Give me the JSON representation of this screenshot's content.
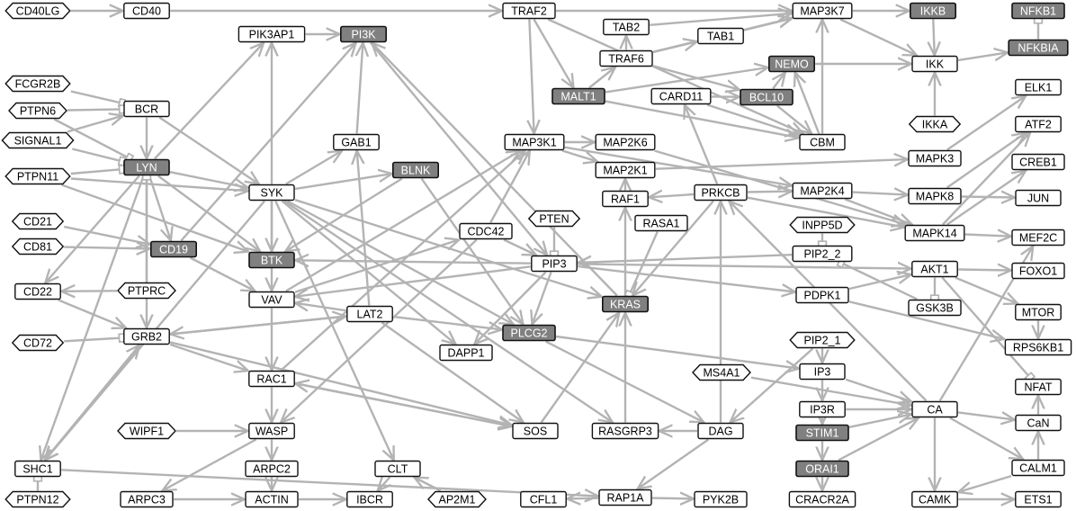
{
  "diagram": {
    "colors": {
      "highlight": "#808080",
      "edge": "#b3b3b3",
      "border": "#111111"
    },
    "nodes": [
      {
        "id": "CD40LG",
        "label": "CD40LG",
        "shape": "hex"
      },
      {
        "id": "CD40",
        "label": "CD40",
        "shape": "rect"
      },
      {
        "id": "TRAF2",
        "label": "TRAF2",
        "shape": "rect"
      },
      {
        "id": "MAP3K7",
        "label": "MAP3K7",
        "shape": "rect"
      },
      {
        "id": "IKKB",
        "label": "IKKB",
        "shape": "rect",
        "hl": true
      },
      {
        "id": "NFKB1",
        "label": "NFKB1",
        "shape": "rect",
        "hl": true
      },
      {
        "id": "TAB2",
        "label": "TAB2",
        "shape": "rect"
      },
      {
        "id": "TAB1",
        "label": "TAB1",
        "shape": "rect"
      },
      {
        "id": "PIK3AP1",
        "label": "PIK3AP1",
        "shape": "rect"
      },
      {
        "id": "PI3K",
        "label": "PI3K",
        "shape": "rect",
        "hl": true
      },
      {
        "id": "NFKBIA",
        "label": "NFKBIA",
        "shape": "rect",
        "hl": true
      },
      {
        "id": "TRAF6",
        "label": "TRAF6",
        "shape": "rect"
      },
      {
        "id": "NEMO",
        "label": "NEMO",
        "shape": "rect",
        "hl": true
      },
      {
        "id": "IKK",
        "label": "IKK",
        "shape": "rect"
      },
      {
        "id": "FCGR2B",
        "label": "FCGR2B",
        "shape": "hex"
      },
      {
        "id": "MALT1",
        "label": "MALT1",
        "shape": "rect",
        "hl": true
      },
      {
        "id": "CARD11",
        "label": "CARD11",
        "shape": "rect"
      },
      {
        "id": "BCL10",
        "label": "BCL10",
        "shape": "rect",
        "hl": true
      },
      {
        "id": "ELK1",
        "label": "ELK1",
        "shape": "rect"
      },
      {
        "id": "PTPN6",
        "label": "PTPN6",
        "shape": "hex"
      },
      {
        "id": "BCR",
        "label": "BCR",
        "shape": "rect"
      },
      {
        "id": "IKKA",
        "label": "IKKA",
        "shape": "hex"
      },
      {
        "id": "ATF2",
        "label": "ATF2",
        "shape": "rect"
      },
      {
        "id": "SIGNAL1",
        "label": "SIGNAL1",
        "shape": "hex"
      },
      {
        "id": "GAB1",
        "label": "GAB1",
        "shape": "rect"
      },
      {
        "id": "MAP3K1",
        "label": "MAP3K1",
        "shape": "rect"
      },
      {
        "id": "MAP2K6",
        "label": "MAP2K6",
        "shape": "rect"
      },
      {
        "id": "CBM",
        "label": "CBM",
        "shape": "rect"
      },
      {
        "id": "MAPK3",
        "label": "MAPK3",
        "shape": "rect"
      },
      {
        "id": "CREB1",
        "label": "CREB1",
        "shape": "rect"
      },
      {
        "id": "LYN",
        "label": "LYN",
        "shape": "rect",
        "hl": true
      },
      {
        "id": "BLNK",
        "label": "BLNK",
        "shape": "rect",
        "hl": true
      },
      {
        "id": "MAP2K1",
        "label": "MAP2K1",
        "shape": "rect"
      },
      {
        "id": "PTPN11",
        "label": "PTPN11",
        "shape": "hex"
      },
      {
        "id": "SYK",
        "label": "SYK",
        "shape": "rect"
      },
      {
        "id": "PRKCB",
        "label": "PRKCB",
        "shape": "rect"
      },
      {
        "id": "MAP2K4",
        "label": "MAP2K4",
        "shape": "rect"
      },
      {
        "id": "MAPK8",
        "label": "MAPK8",
        "shape": "rect"
      },
      {
        "id": "RAF1",
        "label": "RAF1",
        "shape": "rect"
      },
      {
        "id": "JUN",
        "label": "JUN",
        "shape": "rect"
      },
      {
        "id": "CD21",
        "label": "CD21",
        "shape": "hex"
      },
      {
        "id": "PTEN",
        "label": "PTEN",
        "shape": "hex"
      },
      {
        "id": "RASA1",
        "label": "RASA1",
        "shape": "rect"
      },
      {
        "id": "INPP5D",
        "label": "INPP5D",
        "shape": "hex"
      },
      {
        "id": "CDC42",
        "label": "CDC42",
        "shape": "rect"
      },
      {
        "id": "MAPK14",
        "label": "MAPK14",
        "shape": "rect"
      },
      {
        "id": "MEF2C",
        "label": "MEF2C",
        "shape": "rect"
      },
      {
        "id": "CD81",
        "label": "CD81",
        "shape": "hex"
      },
      {
        "id": "CD19",
        "label": "CD19",
        "shape": "rect",
        "hl": true
      },
      {
        "id": "PIP2_2",
        "label": "PIP2_2",
        "shape": "rect"
      },
      {
        "id": "BTK",
        "label": "BTK",
        "shape": "rect",
        "hl": true
      },
      {
        "id": "PIP3",
        "label": "PIP3",
        "shape": "rect"
      },
      {
        "id": "AKT1",
        "label": "AKT1",
        "shape": "rect"
      },
      {
        "id": "FOXO1",
        "label": "FOXO1",
        "shape": "rect"
      },
      {
        "id": "CD22",
        "label": "CD22",
        "shape": "rect"
      },
      {
        "id": "PTPRC",
        "label": "PTPRC",
        "shape": "hex"
      },
      {
        "id": "VAV",
        "label": "VAV",
        "shape": "rect"
      },
      {
        "id": "PDPK1",
        "label": "PDPK1",
        "shape": "rect"
      },
      {
        "id": "KRAS",
        "label": "KRAS",
        "shape": "rect",
        "hl": true
      },
      {
        "id": "GSK3B",
        "label": "GSK3B",
        "shape": "rect"
      },
      {
        "id": "LAT2",
        "label": "LAT2",
        "shape": "rect"
      },
      {
        "id": "MTOR",
        "label": "MTOR",
        "shape": "rect"
      },
      {
        "id": "GRB2",
        "label": "GRB2",
        "shape": "rect"
      },
      {
        "id": "CD72",
        "label": "CD72",
        "shape": "hex"
      },
      {
        "id": "PLCG2",
        "label": "PLCG2",
        "shape": "rect",
        "hl": true
      },
      {
        "id": "PIP2_1",
        "label": "PIP2_1",
        "shape": "hex"
      },
      {
        "id": "DAPP1",
        "label": "DAPP1",
        "shape": "rect"
      },
      {
        "id": "RPS6KB1",
        "label": "RPS6KB1",
        "shape": "rect"
      },
      {
        "id": "RAC1",
        "label": "RAC1",
        "shape": "rect"
      },
      {
        "id": "MS4A1",
        "label": "MS4A1",
        "shape": "hex"
      },
      {
        "id": "IP3",
        "label": "IP3",
        "shape": "rect"
      },
      {
        "id": "NFAT",
        "label": "NFAT",
        "shape": "rect"
      },
      {
        "id": "IP3R",
        "label": "IP3R",
        "shape": "rect"
      },
      {
        "id": "CA",
        "label": "CA",
        "shape": "rect"
      },
      {
        "id": "CaN",
        "label": "CaN",
        "shape": "rect"
      },
      {
        "id": "WIPF1",
        "label": "WIPF1",
        "shape": "hex"
      },
      {
        "id": "WASP",
        "label": "WASP",
        "shape": "rect"
      },
      {
        "id": "SOS",
        "label": "SOS",
        "shape": "rect"
      },
      {
        "id": "RASGRP3",
        "label": "RASGRP3",
        "shape": "rect"
      },
      {
        "id": "DAG",
        "label": "DAG",
        "shape": "rect"
      },
      {
        "id": "STIM1",
        "label": "STIM1",
        "shape": "rect",
        "hl": true
      },
      {
        "id": "SHC1",
        "label": "SHC1",
        "shape": "rect"
      },
      {
        "id": "ARPC2",
        "label": "ARPC2",
        "shape": "rect"
      },
      {
        "id": "CLT",
        "label": "CLT",
        "shape": "rect"
      },
      {
        "id": "ORAI1",
        "label": "ORAI1",
        "shape": "rect",
        "hl": true
      },
      {
        "id": "CALM1",
        "label": "CALM1",
        "shape": "rect"
      },
      {
        "id": "PTPN12",
        "label": "PTPN12",
        "shape": "hex"
      },
      {
        "id": "ARPC3",
        "label": "ARPC3",
        "shape": "rect"
      },
      {
        "id": "ACTIN",
        "label": "ACTIN",
        "shape": "rect"
      },
      {
        "id": "IBCR",
        "label": "IBCR",
        "shape": "rect"
      },
      {
        "id": "AP2M1",
        "label": "AP2M1",
        "shape": "hex"
      },
      {
        "id": "CFL1",
        "label": "CFL1",
        "shape": "rect"
      },
      {
        "id": "RAP1A",
        "label": "RAP1A",
        "shape": "rect"
      },
      {
        "id": "PYK2B",
        "label": "PYK2B",
        "shape": "rect"
      },
      {
        "id": "CRACR2A",
        "label": "CRACR2A",
        "shape": "rect"
      },
      {
        "id": "CAMK",
        "label": "CAMK",
        "shape": "rect"
      },
      {
        "id": "ETS1",
        "label": "ETS1",
        "shape": "rect"
      }
    ],
    "edges": [
      [
        "CD40LG",
        "CD40"
      ],
      [
        "CD40",
        "TRAF2"
      ],
      [
        "TRAF2",
        "MAP3K7"
      ],
      [
        "TRAF2",
        "MALT1"
      ],
      [
        "TRAF2",
        "MAP3K1"
      ],
      [
        "TRAF2",
        "CBM"
      ],
      [
        "MAP3K7",
        "IKKB"
      ],
      [
        "MAP3K7",
        "IKK"
      ],
      [
        "TAB2",
        "MAP3K7"
      ],
      [
        "TAB1",
        "MAP3K7"
      ],
      [
        "TRAF6",
        "TAB2"
      ],
      [
        "TRAF6",
        "TAB1"
      ],
      [
        "TRAF6",
        "MAP3K7"
      ],
      [
        "TRAF6",
        "BCL10"
      ],
      [
        "MALT1",
        "TRAF6"
      ],
      [
        "MALT1",
        "NEMO"
      ],
      [
        "MALT1",
        "CBM"
      ],
      [
        "CARD11",
        "BCL10"
      ],
      [
        "CARD11",
        "CBM"
      ],
      [
        "BCL10",
        "NEMO"
      ],
      [
        "BCL10",
        "CBM"
      ],
      [
        "NEMO",
        "IKK"
      ],
      [
        "CBM",
        "NEMO"
      ],
      [
        "CBM",
        "MAP3K7"
      ],
      [
        "IKKB",
        "IKK"
      ],
      [
        "IKKA",
        "IKK"
      ],
      [
        "IKK",
        "NFKBIA"
      ],
      [
        "NFKBIA",
        "NFKB1",
        1
      ],
      [
        "PIK3AP1",
        "PI3K"
      ],
      [
        "PI3K",
        "PIP3"
      ],
      [
        "FCGR2B",
        "BCR",
        1
      ],
      [
        "PTPN6",
        "BCR",
        1
      ],
      [
        "PTPN6",
        "LYN",
        1
      ],
      [
        "SIGNAL1",
        "BCR"
      ],
      [
        "SIGNAL1",
        "LYN",
        1
      ],
      [
        "PTPN11",
        "LYN",
        1
      ],
      [
        "PTPN11",
        "SYK"
      ],
      [
        "PTPN11",
        "BTK"
      ],
      [
        "BCR",
        "LYN"
      ],
      [
        "BCR",
        "SYK"
      ],
      [
        "LYN",
        "SYK"
      ],
      [
        "LYN",
        "CD19"
      ],
      [
        "LYN",
        "BTK"
      ],
      [
        "LYN",
        "PIK3AP1"
      ],
      [
        "LYN",
        "CD22"
      ],
      [
        "LYN",
        "SHC1"
      ],
      [
        "LYN",
        "GRB2"
      ],
      [
        "SYK",
        "BLNK"
      ],
      [
        "SYK",
        "GAB1"
      ],
      [
        "SYK",
        "BTK"
      ],
      [
        "SYK",
        "PIK3AP1"
      ],
      [
        "SYK",
        "PLCG2"
      ],
      [
        "SYK",
        "KRAS"
      ],
      [
        "SYK",
        "DAPP1"
      ],
      [
        "SYK",
        "CLT"
      ],
      [
        "SYK",
        "SHC1"
      ],
      [
        "SYK",
        "VAV"
      ],
      [
        "SYK",
        "RASGRP3"
      ],
      [
        "BLNK",
        "BTK"
      ],
      [
        "BLNK",
        "PLCG2"
      ],
      [
        "GAB1",
        "PI3K"
      ],
      [
        "CD19",
        "PI3K"
      ],
      [
        "CD19",
        "VAV"
      ],
      [
        "CD21",
        "CD19"
      ],
      [
        "CD81",
        "CD19"
      ],
      [
        "PTPRC",
        "LYN",
        1
      ],
      [
        "PTPRC",
        "CD22"
      ],
      [
        "CD72",
        "GRB2",
        1
      ],
      [
        "CD22",
        "GRB2"
      ],
      [
        "VAV",
        "RAC1"
      ],
      [
        "VAV",
        "CDC42"
      ],
      [
        "VAV",
        "MAP3K1"
      ],
      [
        "GRB2",
        "SOS"
      ],
      [
        "GRB2",
        "SHC1"
      ],
      [
        "GRB2",
        "LAT2"
      ],
      [
        "GRB2",
        "RAC1"
      ],
      [
        "LAT2",
        "GAB1"
      ],
      [
        "LAT2",
        "GRB2"
      ],
      [
        "LAT2",
        "PLCG2"
      ],
      [
        "LAT2",
        "VAV"
      ],
      [
        "LAT2",
        "SOS"
      ],
      [
        "PIP3",
        "BTK"
      ],
      [
        "PIP3",
        "AKT1"
      ],
      [
        "PIP3",
        "PDPK1"
      ],
      [
        "PIP3",
        "PLCG2"
      ],
      [
        "PIP3",
        "VAV"
      ],
      [
        "PIP3",
        "DAPP1"
      ],
      [
        "PTEN",
        "PIP3",
        1
      ],
      [
        "INPP5D",
        "PIP2_2",
        1
      ],
      [
        "PIP2_2",
        "PIP3"
      ],
      [
        "PDPK1",
        "AKT1"
      ],
      [
        "AKT1",
        "FOXO1"
      ],
      [
        "AKT1",
        "MTOR"
      ],
      [
        "AKT1",
        "GSK3B",
        1
      ],
      [
        "AKT1",
        "NFAT",
        1
      ],
      [
        "PDPK1",
        "RPS6KB1"
      ],
      [
        "MTOR",
        "RPS6KB1"
      ],
      [
        "GSK3B",
        "PIP2_2",
        1
      ],
      [
        "PLCG2",
        "IP3"
      ],
      [
        "PLCG2",
        "DAG"
      ],
      [
        "PIP2_1",
        "IP3"
      ],
      [
        "PIP2_1",
        "DAG"
      ],
      [
        "IP3",
        "IP3R"
      ],
      [
        "IP3R",
        "CA"
      ],
      [
        "IP3",
        "CA"
      ],
      [
        "STIM1",
        "CA"
      ],
      [
        "ORAI1",
        "CA"
      ],
      [
        "IP3R",
        "STIM1"
      ],
      [
        "STIM1",
        "ORAI1"
      ],
      [
        "ORAI1",
        "CRACR2A"
      ],
      [
        "MS4A1",
        "CA"
      ],
      [
        "CA",
        "CaN"
      ],
      [
        "CA",
        "CALM1"
      ],
      [
        "CA",
        "CAMK"
      ],
      [
        "CA",
        "PRKCB"
      ],
      [
        "CALM1",
        "CaN"
      ],
      [
        "CaN",
        "NFAT"
      ],
      [
        "CALM1",
        "CAMK"
      ],
      [
        "CAMK",
        "ETS1"
      ],
      [
        "CA",
        "MEF2C"
      ],
      [
        "DAG",
        "PRKCB"
      ],
      [
        "DAG",
        "RASGRP3"
      ],
      [
        "DAG",
        "RAP1A"
      ],
      [
        "RASGRP3",
        "KRAS"
      ],
      [
        "SOS",
        "KRAS"
      ],
      [
        "KRAS",
        "RAF1"
      ],
      [
        "KRAS",
        "PI3K"
      ],
      [
        "RASA1",
        "KRAS",
        1
      ],
      [
        "PRKCB",
        "RAF1"
      ],
      [
        "PRKCB",
        "MAP2K4"
      ],
      [
        "PRKCB",
        "MAPK14"
      ],
      [
        "PRKCB",
        "CARD11"
      ],
      [
        "PRKCB",
        "KRAS"
      ],
      [
        "RAF1",
        "MAP2K1"
      ],
      [
        "MAP2K1",
        "MAPK3"
      ],
      [
        "MAP3K1",
        "MAP2K6"
      ],
      [
        "MAP3K1",
        "MAP2K4"
      ],
      [
        "MAP3K1",
        "MAP2K1"
      ],
      [
        "MAP2K6",
        "MAPK14"
      ],
      [
        "MAP2K4",
        "MAPK8"
      ],
      [
        "MAP2K4",
        "MAPK14"
      ],
      [
        "MAPK3",
        "ELK1"
      ],
      [
        "MAPK8",
        "ATF2"
      ],
      [
        "MAPK8",
        "JUN"
      ],
      [
        "MAPK14",
        "CREB1"
      ],
      [
        "MAPK14",
        "MEF2C"
      ],
      [
        "MAPK14",
        "ATF2"
      ],
      [
        "CDC42",
        "WASP"
      ],
      [
        "CDC42",
        "MAP3K1"
      ],
      [
        "CDC42",
        "PIP3"
      ],
      [
        "RAC1",
        "WASP"
      ],
      [
        "RAC1",
        "SOS"
      ],
      [
        "RAC1",
        "MAP3K1"
      ],
      [
        "WIPF1",
        "WASP"
      ],
      [
        "WASP",
        "ARPC2"
      ],
      [
        "WASP",
        "ARPC3"
      ],
      [
        "ARPC2",
        "ACTIN"
      ],
      [
        "ARPC3",
        "ACTIN"
      ],
      [
        "ACTIN",
        "IBCR"
      ],
      [
        "CLT",
        "IBCR"
      ],
      [
        "AP2M1",
        "CLT"
      ],
      [
        "RAP1A",
        "CFL1"
      ],
      [
        "RAP1A",
        "PYK2B"
      ],
      [
        "SHC1",
        "RAP1A"
      ],
      [
        "SHC1",
        "GRB2"
      ],
      [
        "PTPN12",
        "SHC1",
        1
      ],
      [
        "SOS",
        "RAC1"
      ]
    ]
  }
}
